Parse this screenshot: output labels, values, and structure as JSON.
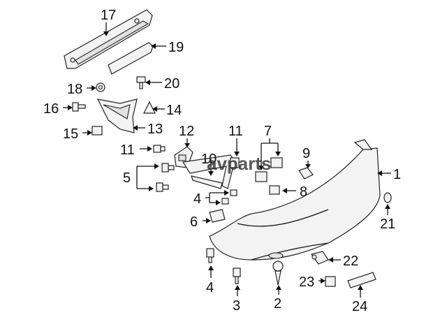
{
  "watermark": "avparts",
  "callouts": {
    "c1": "1",
    "c2": "2",
    "c3": "3",
    "c4a": "4",
    "c4b": "4",
    "c5": "5",
    "c6": "6",
    "c7": "7",
    "c8": "8",
    "c9": "9",
    "c10": "10",
    "c11a": "11",
    "c11b": "11",
    "c12": "12",
    "c13": "13",
    "c14": "14",
    "c15": "15",
    "c16": "16",
    "c17": "17",
    "c18": "18",
    "c19": "19",
    "c20": "20",
    "c21": "21",
    "c22": "22",
    "c23": "23",
    "c24": "24"
  }
}
